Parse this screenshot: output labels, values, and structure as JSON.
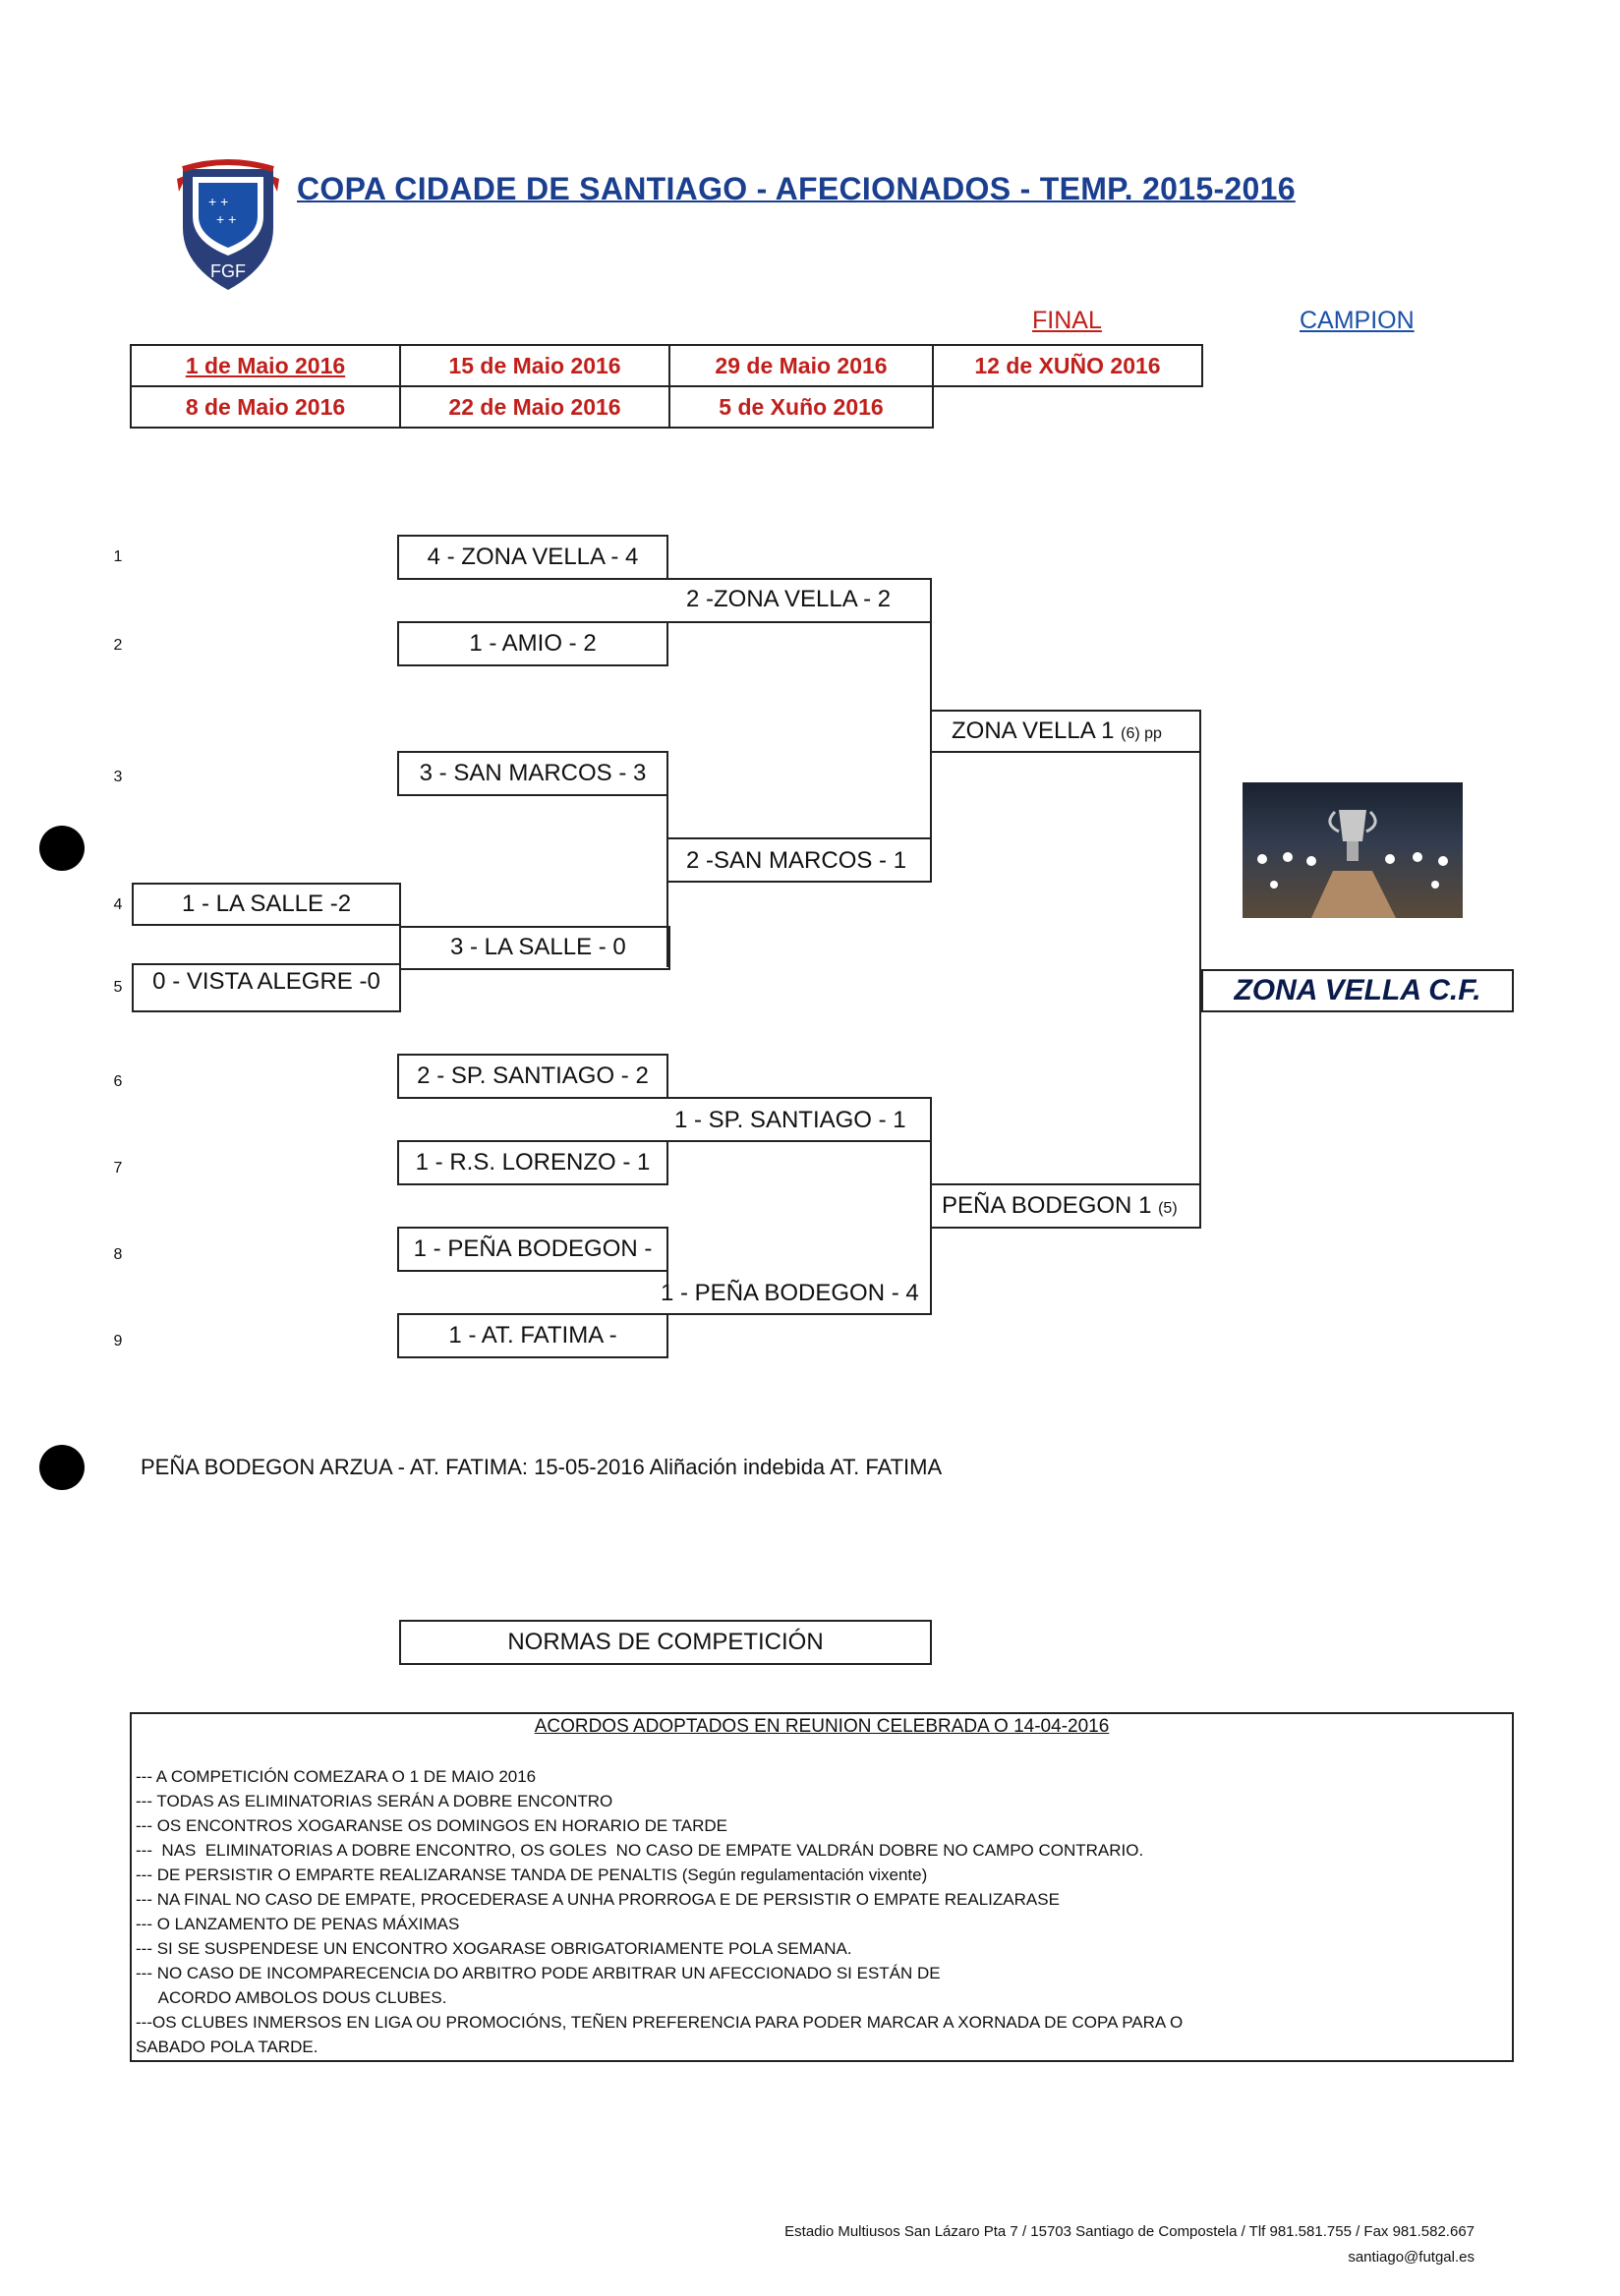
{
  "header": {
    "title": "COPA CIDADE DE SANTIAGO - AFECIONADOS - TEMP. 2015-2016",
    "logo_text": "FGF"
  },
  "dates": {
    "round1_first": "1 de Maio 2016",
    "round1_second": "8 de Maio 2016",
    "round2_first": "15 de Maio 2016",
    "round2_second": "22 de Maio 2016",
    "round3_first": "29 de Maio 2016",
    "round3_second": "5 de Xuño 2016",
    "final_label": "FINAL",
    "final_date": "12 de XUÑO 2016",
    "champion_label": "CAMPION"
  },
  "row_numbers": [
    "1",
    "2",
    "3",
    "4",
    "5",
    "6",
    "7",
    "8",
    "9"
  ],
  "round1": {
    "la_salle": "1 - LA SALLE -2",
    "vista_alegre": "0 - VISTA ALEGRE -0"
  },
  "round2": {
    "zona_vella": "4 - ZONA VELLA - 4",
    "amio": "1 - AMIO - 2",
    "san_marcos": "3 - SAN MARCOS  - 3",
    "la_salle": "3 - LA SALLE - 0",
    "sp_santiago": "2 - SP. SANTIAGO - 2",
    "rs_lorenzo": "1 - R.S. LORENZO - 1",
    "pena_bodegon": "1 - PEÑA BODEGON -",
    "at_fatima": "1 - AT. FATIMA -"
  },
  "round3": {
    "zona_vella": "2 -ZONA VELLA - 2",
    "san_marcos": "2 -SAN MARCOS - 1",
    "sp_santiago": "1 - SP. SANTIAGO  - 1",
    "pena_bodegon": "1 - PEÑA BODEGON  - 4"
  },
  "final": {
    "team1": "ZONA VELLA",
    "team1_score": "1",
    "team1_pen": "(6) pp",
    "team2": "PEÑA BODEGON",
    "team2_score": "1",
    "team2_pen": "(5)"
  },
  "champion": "ZONA VELLA C.F.",
  "note": "PEÑA BODEGON ARZUA - AT. FATIMA: 15-05-2016 Aliñación indebida AT. FATIMA",
  "rules": {
    "title": "NORMAS DE COMPETICIÓN",
    "heading": "ACORDOS ADOPTADOS EN REUNION CELEBRADA O 14-04-2016",
    "lines": [
      "--- A COMPETICIÓN COMEZARA O 1 DE MAIO 2016",
      "--- TODAS AS ELIMINATORIAS SERÁN A DOBRE ENCONTRO",
      "--- OS ENCONTROS XOGARANSE OS DOMINGOS EN HORARIO DE TARDE",
      "---  NAS  ELIMINATORIAS A DOBRE ENCONTRO, OS GOLES  NO CASO DE EMPATE VALDRÁN DOBRE NO CAMPO CONTRARIO.",
      "--- DE PERSISTIR O EMPARTE REALIZARANSE TANDA DE PENALTIS (Según regulamentación vixente)",
      "--- NA FINAL NO CASO DE EMPATE, PROCEDERASE A UNHA PRORROGA E DE PERSISTIR O EMPATE REALIZARASE",
      "--- O LANZAMENTO DE PENAS MÁXIMAS",
      "--- SI SE SUSPENDESE UN ENCONTRO XOGARASE OBRIGATORIAMENTE POLA SEMANA.",
      "--- NO CASO DE INCOMPARECENCIA DO ARBITRO PODE ARBITRAR UN AFECCIONADO SI ESTÁN DE",
      "     ACORDO AMBOLOS DOUS CLUBES.",
      "---OS CLUBES INMERSOS EN LIGA OU PROMOCIÓNS, TEÑEN PREFERENCIA PARA PODER MARCAR A XORNADA DE COPA PARA O",
      "SABADO POLA TARDE."
    ]
  },
  "footer": {
    "address": "Estadio Multiusos San Lázaro Pta 7 / 15703 Santiago de Compostela / Tlf 981.581.755 / Fax 981.582.667",
    "email": "santiago@futgal.es"
  }
}
